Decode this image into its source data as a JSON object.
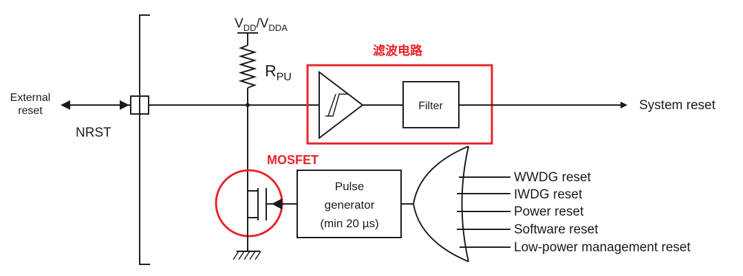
{
  "labels": {
    "supply_main": "V",
    "supply_sub1": "DD",
    "supply_slash": "/V",
    "supply_sub2": "DDA",
    "resistor_main": "R",
    "resistor_sub": "PU",
    "filter_circuit_cn": "滤波电路",
    "external_line1": "External",
    "external_line2": "reset",
    "nrst": "NRST",
    "filter": "Filter",
    "system_reset": "System reset",
    "mosfet": "MOSFET",
    "pulse_line1": "Pulse",
    "pulse_line2": "generator",
    "pulse_line3": "(min 20 µs)"
  },
  "reset_sources": [
    "WWDG reset",
    "IWDG reset",
    "Power reset",
    "Software reset",
    "Low-power management reset"
  ],
  "colors": {
    "wire": "#1a1a1a",
    "highlight": "#e8232a",
    "background": "#ffffff"
  }
}
